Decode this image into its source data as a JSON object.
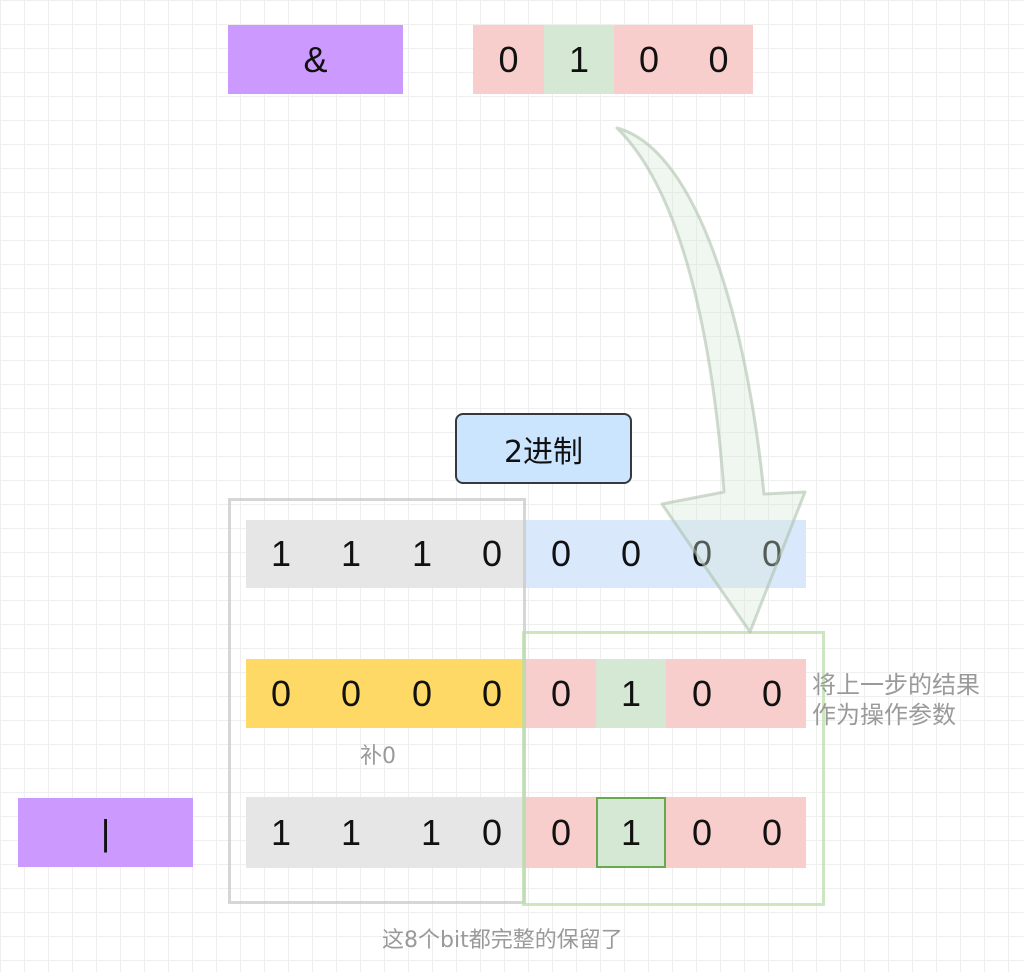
{
  "top": {
    "operator": "&",
    "bits": [
      "0",
      "1",
      "0",
      "0"
    ]
  },
  "badge": "2进制",
  "row1": {
    "bits": [
      "1",
      "1",
      "1",
      "0",
      "0",
      "0",
      "0",
      "0"
    ]
  },
  "row2": {
    "bits": [
      "0",
      "0",
      "0",
      "0",
      "0",
      "1",
      "0",
      "0"
    ]
  },
  "row3": {
    "operator": "|",
    "bits": [
      "1",
      "1",
      "1",
      "0",
      "0",
      "1",
      "0",
      "0"
    ]
  },
  "annotations": {
    "pad_zero": "补0",
    "use_previous_line1": "将上一步的结果",
    "use_previous_line2": "作为操作参数",
    "preserved": "这8个bit都完整的保留了"
  },
  "colors": {
    "operator": "#cc99ff",
    "pink": "#f8cecc",
    "green": "#d5e8d4",
    "grey": "#e6e6e6",
    "blue": "#dae8fc",
    "yellow": "#ffd966",
    "badge": "#cce5ff"
  }
}
